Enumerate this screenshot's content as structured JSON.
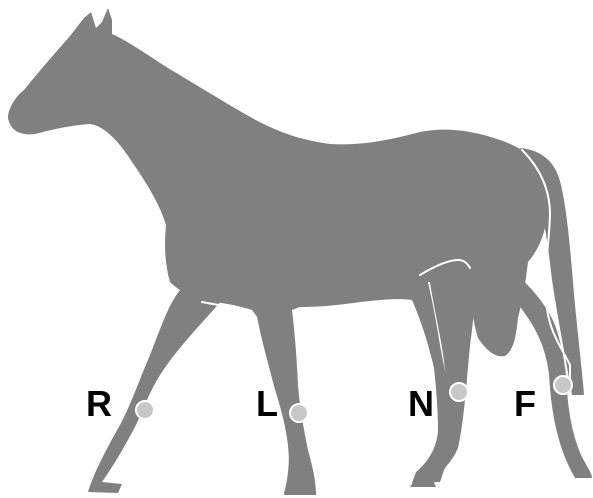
{
  "colors": {
    "horse": "#808080",
    "outline": "#ffffff",
    "marker": "#c8c8c8",
    "marker_stroke": "#ffffff",
    "label": "#000000"
  },
  "legs": {
    "right_fore": {
      "label": "R"
    },
    "left_fore": {
      "label": "L"
    },
    "near_hind": {
      "label": "N"
    },
    "far_hind": {
      "label": "F"
    }
  }
}
